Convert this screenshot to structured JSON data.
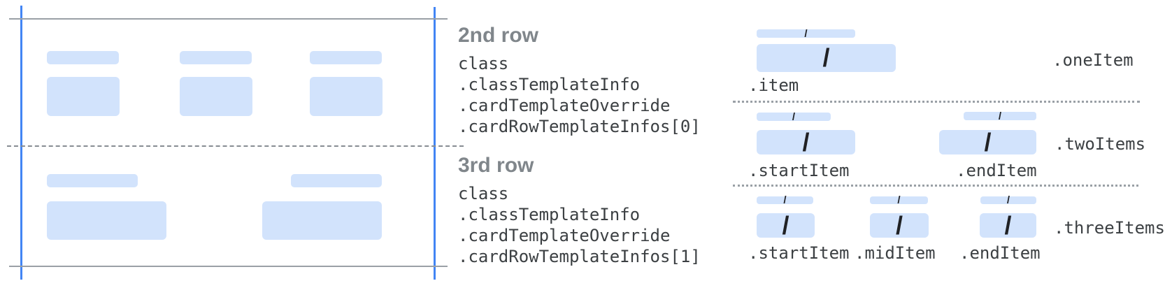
{
  "card": {
    "rows": [
      {
        "title": "2nd row",
        "path_lines": [
          "class",
          ".classTemplateInfo",
          ".cardTemplateOverride",
          ".cardRowTemplateInfos[0]"
        ],
        "columns": 3
      },
      {
        "title": "3rd row",
        "path_lines": [
          "class",
          ".classTemplateInfo",
          ".cardTemplateOverride",
          ".cardRowTemplateInfos[1]"
        ],
        "columns": 2
      }
    ]
  },
  "layouts": [
    {
      "name": ".oneItem",
      "item_labels": [
        ".item"
      ]
    },
    {
      "name": ".twoItems",
      "item_labels": [
        ".startItem",
        ".endItem"
      ]
    },
    {
      "name": ".threeItems",
      "item_labels": [
        ".startItem",
        ".midItem",
        ".endItem"
      ]
    }
  ],
  "glyphs": {
    "slash": "/"
  },
  "colors": {
    "placeholder_fill": "#d2e3fc",
    "guide_blue": "#4285f4",
    "guide_gray": "#9aa0a6",
    "heading_gray": "#80868b",
    "text_dark": "#3c4043"
  }
}
